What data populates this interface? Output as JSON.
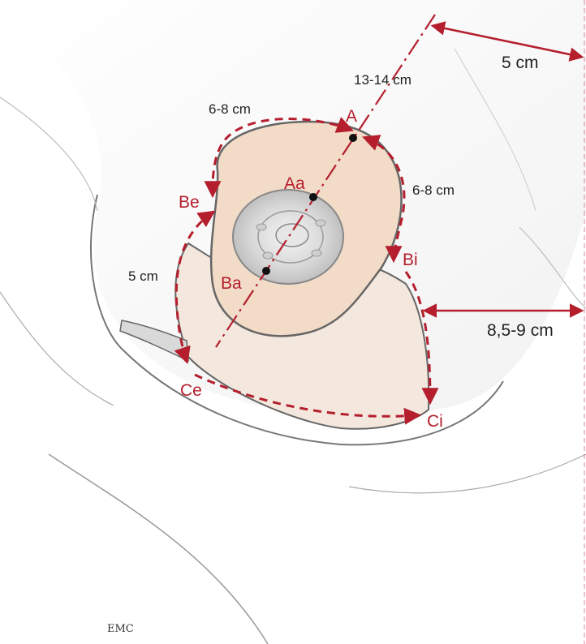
{
  "colors": {
    "accent": "#b41e2d",
    "skin_flap": "#f2dcc8",
    "skin_lower": "#f4e7dd",
    "outline": "#555555",
    "point": "#111111"
  },
  "points": {
    "A": "A",
    "Aa": "Aa",
    "Ba": "Ba",
    "Be": "Be",
    "Bi": "Bi",
    "Ce": "Ce",
    "Ci": "Ci"
  },
  "dimensions": {
    "axis_length": "13-14 cm",
    "top_arc": "6-8 cm",
    "right_arc": "6-8 cm",
    "left_vertical": "5 cm",
    "top_right": "5 cm",
    "right_mid": "8,5-9 cm"
  },
  "signature": "EMC"
}
